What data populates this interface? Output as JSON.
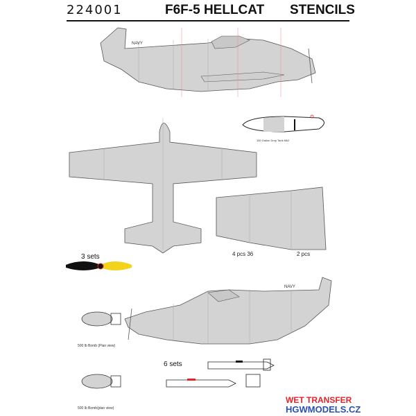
{
  "header": {
    "code": "224001",
    "title": "F6F-5 HELLCAT",
    "subtitle": "STENCILS"
  },
  "labels": {
    "drop_tank": "150 Gallon Drop Tank Mk2",
    "prop_sets": "3 sets",
    "rocket_sets": "6 sets",
    "bomb_plan": "500 lb Bomb (Plan view)",
    "bomb_side": "500 lb Bomb(plan view)",
    "fin_left_pcs": "4 pcs 36",
    "fin_right_pcs": "2 pcs",
    "navy_top": "NAVY",
    "navy_bottom": "NAVY"
  },
  "footer": {
    "transfer": "WET TRANSFER",
    "site": "HGWMODELS.CZ"
  },
  "colors": {
    "aircraft_gray": "#d3d3d3",
    "outline": "#555555",
    "prop_yellow": "#f2d21b",
    "accent_red": "#e8202a",
    "accent_blue": "#2a4fb5"
  }
}
